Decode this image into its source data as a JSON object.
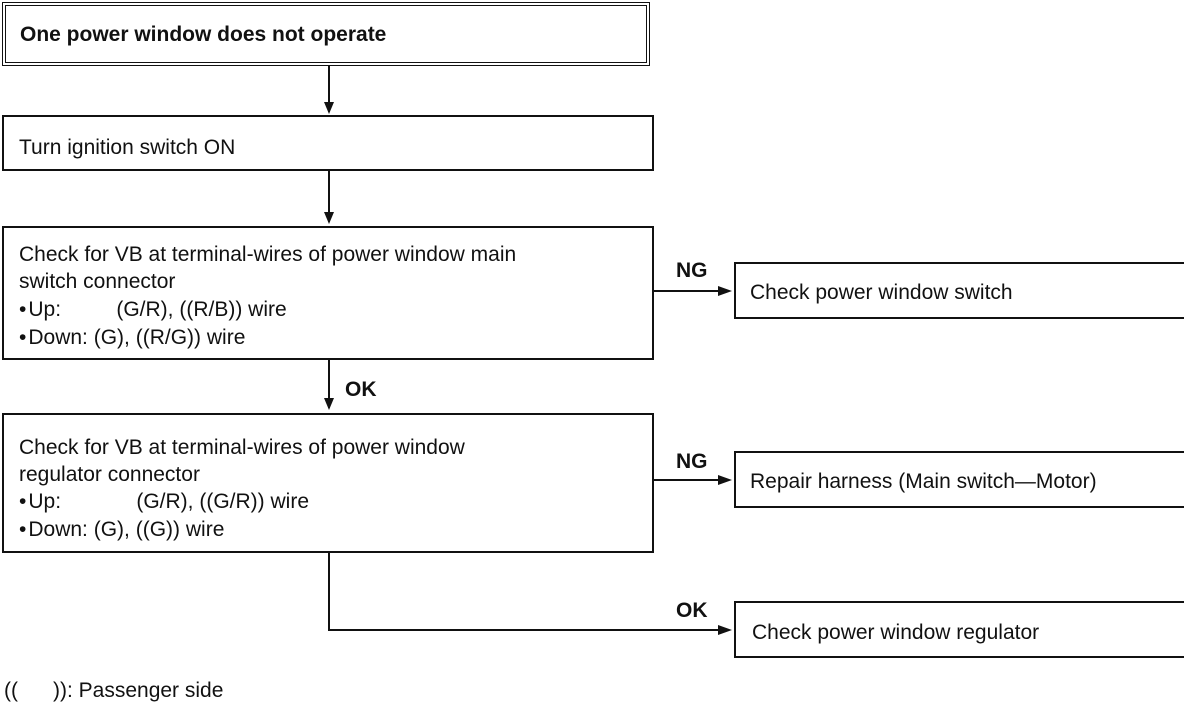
{
  "title_box": {
    "text": "One power window does not operate"
  },
  "step1": {
    "text": "Turn ignition switch ON"
  },
  "step2": {
    "line1": "Check for VB at terminal-wires of power window main",
    "line2": "switch connector",
    "up_label": "Up:",
    "up_value": "(G/R), ((R/B)) wire",
    "down_label": "Down:",
    "down_value": "(G), ((R/G)) wire"
  },
  "step3": {
    "line1": "Check for VB at terminal-wires of power window",
    "line2": "regulator connector",
    "up_label": "Up:",
    "up_value": "(G/R), ((G/R)) wire",
    "down_label": "Down:",
    "down_value": "(G), ((G)) wire"
  },
  "result1": {
    "text": "Check power window switch"
  },
  "result2": {
    "text": "Repair harness (Main switch—Motor)"
  },
  "result3": {
    "text": "Check power window regulator"
  },
  "labels": {
    "ng1": "NG",
    "ng2": "NG",
    "ok1": "OK",
    "ok2": "OK"
  },
  "footnote": {
    "marker": "((      ))",
    "text": ": Passenger side"
  }
}
